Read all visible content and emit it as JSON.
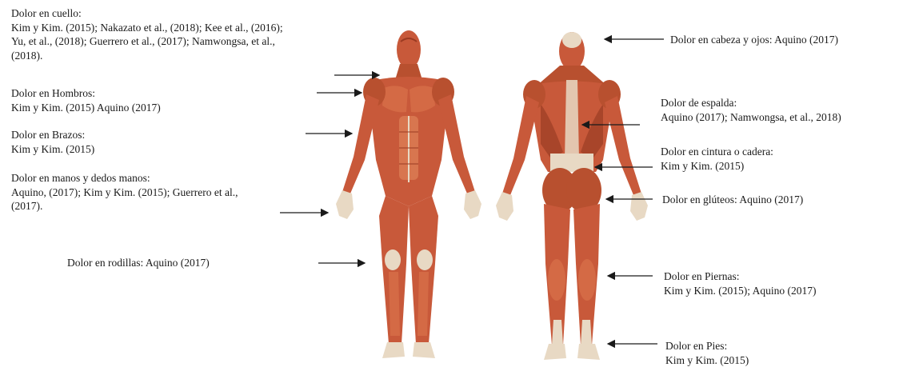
{
  "colors": {
    "muscle": "#c8593a",
    "muscle_dark": "#9a3a22",
    "muscle_light": "#e08a62",
    "tendon": "#e8d9c4",
    "arrow": "#1a1a1a",
    "text": "#1a1a1a"
  },
  "annotations": {
    "cuello": {
      "title": "Dolor en cuello:",
      "lines": [
        "Kim y Kim. (2015); Nakazato et al., (2018); Kee et al., (2016);",
        "Yu, et al., (2018); Guerrero et al., (2017); Namwongsa,  et al.,",
        "(2018)."
      ]
    },
    "hombros": {
      "title": "Dolor en Hombros:",
      "lines": [
        "Kim y Kim. (2015) Aquino  (2017)"
      ]
    },
    "brazos": {
      "title": "Dolor en Brazos:",
      "lines": [
        "Kim y Kim.  (2015)"
      ]
    },
    "manos": {
      "title": "Dolor en manos  y dedos manos:",
      "lines": [
        "Aquino,  (2017); Kim y Kim.  (2015); Guerrero  et al.,",
        "(2017)."
      ]
    },
    "rodillas": {
      "title": "Dolor en rodillas:  Aquino  (2017)",
      "lines": []
    },
    "cabeza": {
      "title": "Dolor en cabeza y ojos: Aquino  (2017)",
      "lines": []
    },
    "espalda": {
      "title": "Dolor de espalda:",
      "lines": [
        "Aquino  (2017); Namwongsa,  et al., 2018)"
      ]
    },
    "cintura": {
      "title": "Dolor en cintura  o cadera:",
      "lines": [
        "Kim y Kim.  (2015)"
      ]
    },
    "gluteos": {
      "title": "Dolor en glúteos:  Aquino  (2017)",
      "lines": []
    },
    "piernas": {
      "title": "Dolor en Piernas:",
      "lines": [
        "Kim y Kim.  (2015); Aquino  (2017)"
      ]
    },
    "pies": {
      "title": "Dolor en Pies:",
      "lines": [
        "Kim y Kim.  (2015)"
      ]
    }
  }
}
